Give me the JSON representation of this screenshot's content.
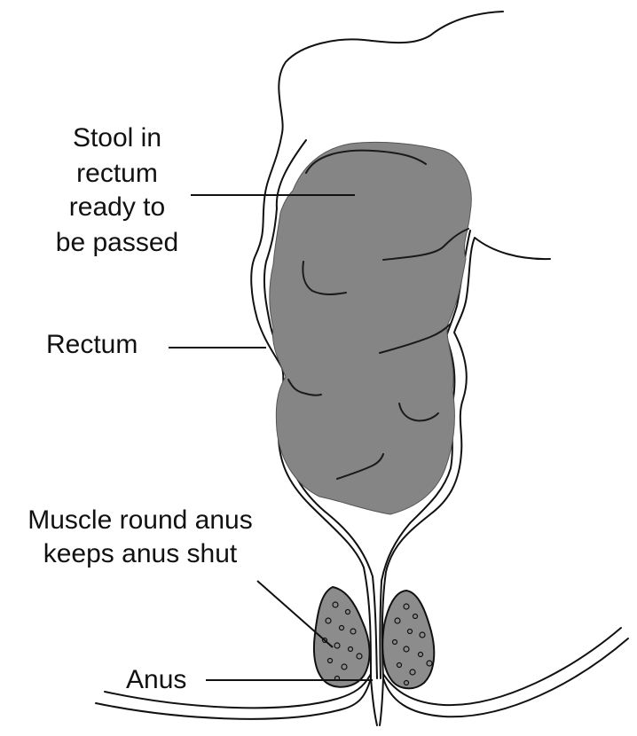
{
  "labels": {
    "stool_line1": "Stool in",
    "stool_line2": "rectum",
    "stool_line3": "ready to",
    "stool_line4": "be passed",
    "rectum": "Rectum",
    "muscle_line1": "Muscle round anus",
    "muscle_line2": "keeps anus shut",
    "anus": "Anus"
  },
  "colors": {
    "stool": "#858585",
    "muscle": "#8c8c8c",
    "outline": "#111111",
    "background": "#ffffff"
  }
}
